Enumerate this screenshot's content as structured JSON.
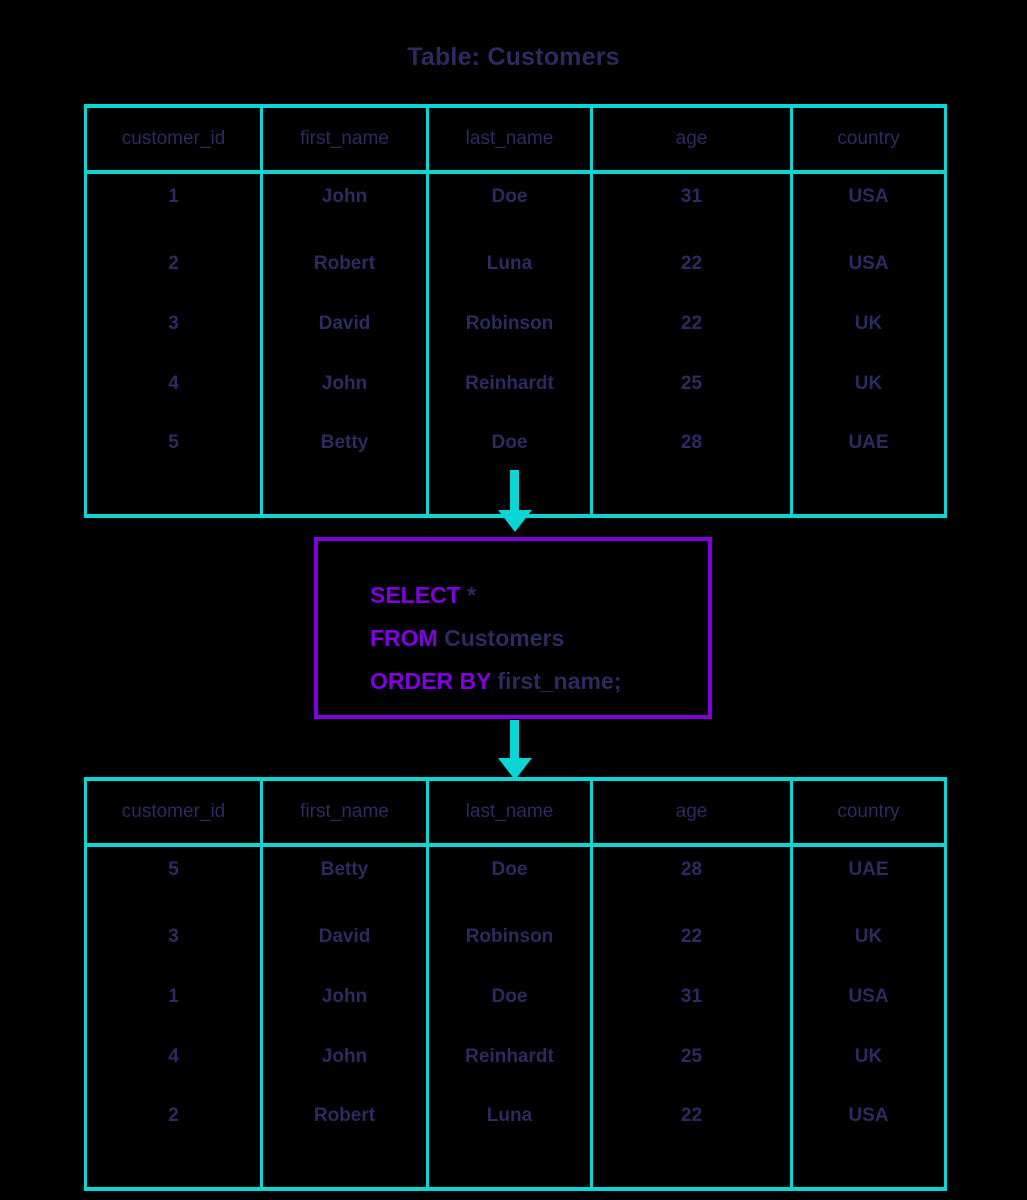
{
  "title": "Table: Customers",
  "colors": {
    "background": "#000000",
    "border_cyan": "#0ad6d6",
    "text_navy": "#2b2b5f",
    "keyword_purple": "#8000e0",
    "query_box_border": "#8000e0"
  },
  "columns": [
    "customer_id",
    "first_name",
    "last_name",
    "age",
    "country"
  ],
  "source_table": {
    "name": "Customers",
    "headers": [
      "customer_id",
      "first_name",
      "last_name",
      "age",
      "country"
    ],
    "rows": [
      [
        "1",
        "John",
        "Doe",
        "31",
        "USA"
      ],
      [
        "2",
        "Robert",
        "Luna",
        "22",
        "USA"
      ],
      [
        "3",
        "David",
        "Robinson",
        "22",
        "UK"
      ],
      [
        "4",
        "John",
        "Reinhardt",
        "25",
        "UK"
      ],
      [
        "5",
        "Betty",
        "Doe",
        "28",
        "UAE"
      ]
    ]
  },
  "query": {
    "lines": [
      {
        "keyword": "SELECT",
        "rest": " *",
        "rest_kind": "star"
      },
      {
        "keyword": "FROM",
        "rest": " Customers",
        "rest_kind": "ident"
      },
      {
        "keyword": "ORDER BY",
        "rest": " first_name;",
        "rest_kind": "ident"
      }
    ],
    "full_text": "SELECT * FROM Customers ORDER BY first_name;"
  },
  "result_table": {
    "headers": [
      "customer_id",
      "first_name",
      "last_name",
      "age",
      "country"
    ],
    "rows": [
      [
        "5",
        "Betty",
        "Doe",
        "28",
        "UAE"
      ],
      [
        "3",
        "David",
        "Robinson",
        "22",
        "UK"
      ],
      [
        "1",
        "John",
        "Doe",
        "31",
        "USA"
      ],
      [
        "4",
        "John",
        "Reinhardt",
        "25",
        "UK"
      ],
      [
        "2",
        "Robert",
        "Luna",
        "22",
        "USA"
      ]
    ]
  },
  "arrows": [
    {
      "name": "arrow-source-to-query",
      "direction": "down"
    },
    {
      "name": "arrow-query-to-result",
      "direction": "down"
    }
  ]
}
